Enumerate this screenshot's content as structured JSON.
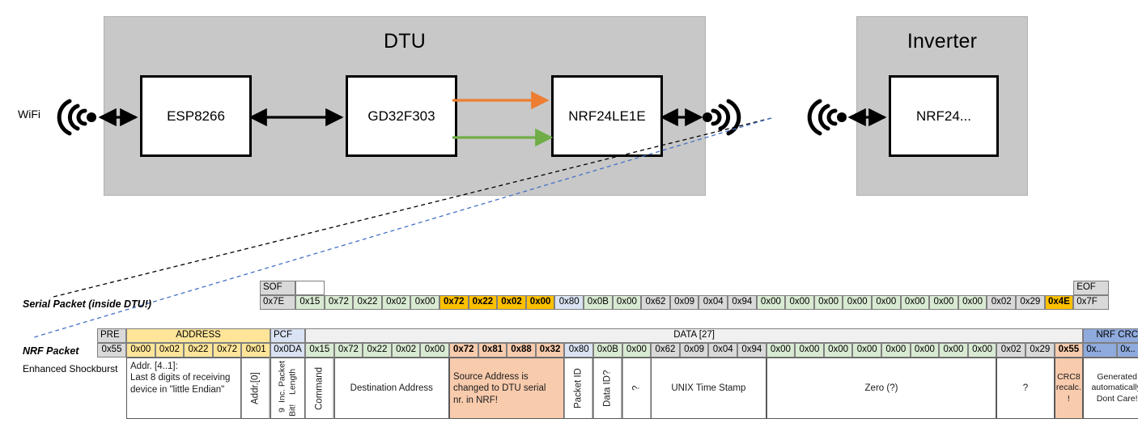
{
  "diagram": {
    "dtu": {
      "title": "DTU",
      "chips": [
        {
          "name": "ESP8266"
        },
        {
          "name": "GD32F303"
        },
        {
          "name": "NRF24LE1E"
        }
      ],
      "wifi_label": "WiFi",
      "arrow_colors": {
        "orange": "#ED7D31",
        "green": "#70AD47",
        "black": "#000000"
      }
    },
    "inverter": {
      "title": "Inverter",
      "chips": [
        {
          "name": "NRF24..."
        }
      ]
    }
  },
  "labels": {
    "serial_packet": "Serial Packet (inside DTU!)",
    "nrf_packet": "NRF Packet",
    "enhanced_shockburst": "Enhanced Shockburst"
  },
  "serial_packet": {
    "header": {
      "sof": "SOF",
      "eof": "EOF",
      "blank": ""
    },
    "sof_value": "0x7E",
    "eof_value": "0x7F",
    "bytes": [
      {
        "v": "0x15",
        "c": "green"
      },
      {
        "v": "0x72",
        "c": "green"
      },
      {
        "v": "0x22",
        "c": "green"
      },
      {
        "v": "0x02",
        "c": "green"
      },
      {
        "v": "0x00",
        "c": "green"
      },
      {
        "v": "0x72",
        "c": "orange",
        "bold": true
      },
      {
        "v": "0x22",
        "c": "orange",
        "bold": true
      },
      {
        "v": "0x02",
        "c": "orange",
        "bold": true
      },
      {
        "v": "0x00",
        "c": "orange",
        "bold": true
      },
      {
        "v": "0x80",
        "c": "blue"
      },
      {
        "v": "0x0B",
        "c": "green"
      },
      {
        "v": "0x00",
        "c": "green"
      },
      {
        "v": "0x62",
        "c": "grey"
      },
      {
        "v": "0x09",
        "c": "grey"
      },
      {
        "v": "0x04",
        "c": "grey"
      },
      {
        "v": "0x94",
        "c": "grey"
      },
      {
        "v": "0x00",
        "c": "green"
      },
      {
        "v": "0x00",
        "c": "green"
      },
      {
        "v": "0x00",
        "c": "green"
      },
      {
        "v": "0x00",
        "c": "green"
      },
      {
        "v": "0x00",
        "c": "green"
      },
      {
        "v": "0x00",
        "c": "green"
      },
      {
        "v": "0x00",
        "c": "green"
      },
      {
        "v": "0x00",
        "c": "green"
      },
      {
        "v": "0x02",
        "c": "grey"
      },
      {
        "v": "0x29",
        "c": "grey"
      },
      {
        "v": "0x4E",
        "c": "orange",
        "bold": true
      }
    ]
  },
  "nrf_packet": {
    "headers": [
      {
        "label": "PRE",
        "c": "grey"
      },
      {
        "label": "ADDRESS",
        "c": "yellow-l"
      },
      {
        "label": "PCF",
        "c": "blue"
      },
      {
        "label": "DATA [27]",
        "c": "lite"
      },
      {
        "label": "NRF CRC",
        "c": "blue-d"
      }
    ],
    "pre": {
      "v": "0x55",
      "c": "grey"
    },
    "address": [
      {
        "v": "0x00",
        "c": "yellow-l"
      },
      {
        "v": "0x02",
        "c": "yellow-l"
      },
      {
        "v": "0x22",
        "c": "yellow-l"
      },
      {
        "v": "0x72",
        "c": "yellow-l"
      },
      {
        "v": "0x01",
        "c": "yellow-l"
      }
    ],
    "pcf": {
      "v": "0x0DA",
      "c": "blue"
    },
    "data": [
      {
        "v": "0x15",
        "c": "green"
      },
      {
        "v": "0x72",
        "c": "green"
      },
      {
        "v": "0x22",
        "c": "green"
      },
      {
        "v": "0x02",
        "c": "green"
      },
      {
        "v": "0x00",
        "c": "green"
      },
      {
        "v": "0x72",
        "c": "orange-l",
        "bold": true
      },
      {
        "v": "0x81",
        "c": "orange-l",
        "bold": true
      },
      {
        "v": "0x88",
        "c": "orange-l",
        "bold": true
      },
      {
        "v": "0x32",
        "c": "orange-l",
        "bold": true
      },
      {
        "v": "0x80",
        "c": "blue"
      },
      {
        "v": "0x0B",
        "c": "green"
      },
      {
        "v": "0x00",
        "c": "green"
      },
      {
        "v": "0x62",
        "c": "grey"
      },
      {
        "v": "0x09",
        "c": "grey"
      },
      {
        "v": "0x04",
        "c": "grey"
      },
      {
        "v": "0x94",
        "c": "grey"
      },
      {
        "v": "0x00",
        "c": "green"
      },
      {
        "v": "0x00",
        "c": "green"
      },
      {
        "v": "0x00",
        "c": "green"
      },
      {
        "v": "0x00",
        "c": "green"
      },
      {
        "v": "0x00",
        "c": "green"
      },
      {
        "v": "0x00",
        "c": "green"
      },
      {
        "v": "0x00",
        "c": "green"
      },
      {
        "v": "0x00",
        "c": "green"
      },
      {
        "v": "0x02",
        "c": "grey"
      },
      {
        "v": "0x29",
        "c": "grey"
      },
      {
        "v": "0x55",
        "c": "orange-l",
        "bold": true
      }
    ],
    "crc": [
      {
        "v": "0x..",
        "c": "blue-d"
      },
      {
        "v": "0x..",
        "c": "blue-d"
      }
    ]
  },
  "descriptions": {
    "address": "Addr. [4..1]:\nLast 8 digits of receiving device in \"little Endian\"",
    "addr0": "Addr.[0]",
    "packet_length": "9 Bit!\nInc. Packet Length",
    "command": "Command",
    "destination_address": "Destination Address",
    "source_address": "Source Address is changed to DTU serial nr. in NRF!",
    "packet_id": "Packet ID",
    "data_id": "Data ID?",
    "unknown1": "?",
    "unix_time": "UNIX Time Stamp",
    "zero": "Zero (?)",
    "unknown2": "?",
    "crc8": "CRC8 recalc.!",
    "crc_auto": "Generated automatically. Dont Care!"
  }
}
